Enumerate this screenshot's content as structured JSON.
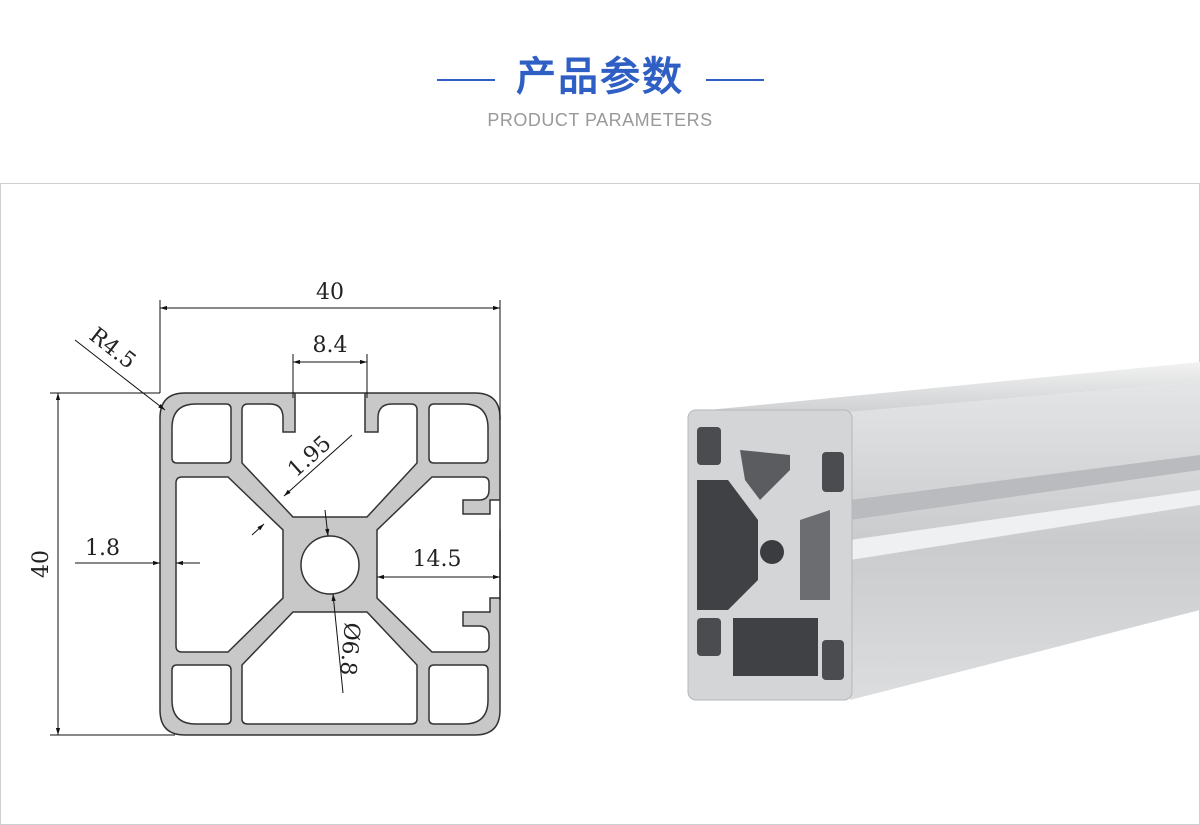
{
  "header": {
    "title": "产品参数",
    "subtitle": "PRODUCT PARAMETERS"
  },
  "drawing": {
    "width_label": "40",
    "slot_label": "8.4",
    "radius_label": "R4.5",
    "web_label": "1.95",
    "wall_label": "1.8",
    "depth_label": "14.5",
    "height_label": "40",
    "hole_label": "Ø6.8"
  },
  "colors": {
    "accent": "#2f5fc4",
    "profile": "#c8c8c8"
  }
}
